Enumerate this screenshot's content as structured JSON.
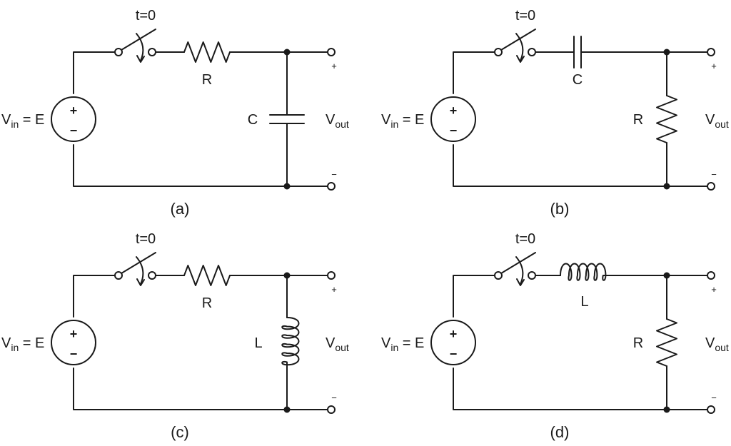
{
  "circuits": [
    {
      "caption": "(a)",
      "source": {
        "label_main": "V",
        "label_sub": "in",
        "label_rest": " = E",
        "plus": "+",
        "minus": "−"
      },
      "switch": {
        "label": "t=0"
      },
      "series_element": {
        "kind": "resistor",
        "label": "R"
      },
      "shunt_element": {
        "kind": "capacitor",
        "label": "C"
      },
      "output": {
        "label_main": "V",
        "label_sub": "out",
        "plus": "+",
        "minus": "−"
      }
    },
    {
      "caption": "(b)",
      "source": {
        "label_main": "V",
        "label_sub": "in",
        "label_rest": " = E",
        "plus": "+",
        "minus": "−"
      },
      "switch": {
        "label": "t=0"
      },
      "series_element": {
        "kind": "capacitor",
        "label": "C"
      },
      "shunt_element": {
        "kind": "resistor",
        "label": "R"
      },
      "output": {
        "label_main": "V",
        "label_sub": "out",
        "plus": "+",
        "minus": "−"
      }
    },
    {
      "caption": "(c)",
      "source": {
        "label_main": "V",
        "label_sub": "in",
        "label_rest": " = E",
        "plus": "+",
        "minus": "−"
      },
      "switch": {
        "label": "t=0"
      },
      "series_element": {
        "kind": "resistor",
        "label": "R"
      },
      "shunt_element": {
        "kind": "inductor",
        "label": "L"
      },
      "output": {
        "label_main": "V",
        "label_sub": "out",
        "plus": "+",
        "minus": "−"
      }
    },
    {
      "caption": "(d)",
      "source": {
        "label_main": "V",
        "label_sub": "in",
        "label_rest": " = E",
        "plus": "+",
        "minus": "−"
      },
      "switch": {
        "label": "t=0"
      },
      "series_element": {
        "kind": "inductor",
        "label": "L"
      },
      "shunt_element": {
        "kind": "resistor",
        "label": "R"
      },
      "output": {
        "label_main": "V",
        "label_sub": "out",
        "plus": "+",
        "minus": "−"
      }
    }
  ]
}
